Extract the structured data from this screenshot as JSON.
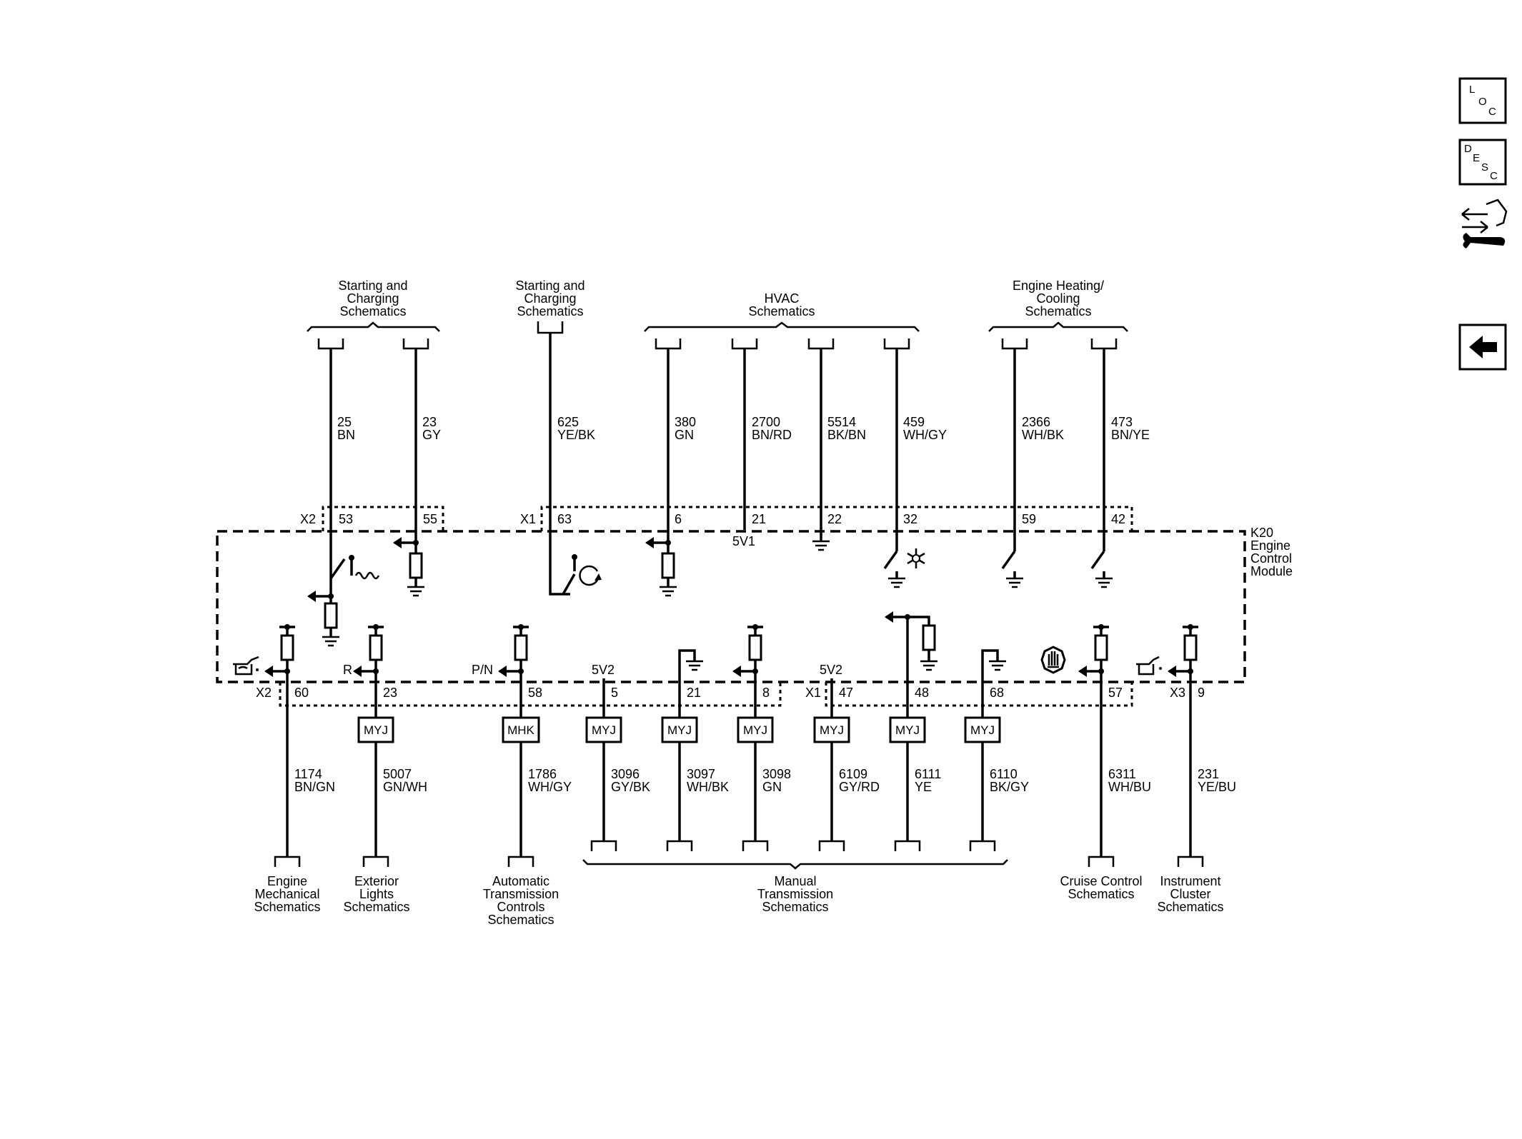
{
  "nav": {
    "loc": [
      "L",
      "O",
      "C"
    ],
    "desc": [
      "D",
      "E",
      "S",
      "C"
    ],
    "connector_icon": "connector-wrench-icon",
    "back_icon": "back-arrow-icon"
  },
  "module": {
    "label_lines": [
      "K20",
      "Engine",
      "Control",
      "Module"
    ]
  },
  "top_destinations": [
    {
      "lines": [
        "Starting and",
        "Charging",
        "Schematics"
      ]
    },
    {
      "lines": [
        "Starting and",
        "Charging",
        "Schematics"
      ]
    },
    {
      "lines": [
        "HVAC",
        "Schematics"
      ]
    },
    {
      "lines": [
        "Engine Heating/",
        "Cooling",
        "Schematics"
      ]
    }
  ],
  "top_wires": [
    {
      "circuit": "25",
      "color": "BN",
      "pin": "53"
    },
    {
      "circuit": "23",
      "color": "GY",
      "pin": "55"
    },
    {
      "circuit": "625",
      "color": "YE/BK",
      "pin": "63"
    },
    {
      "circuit": "380",
      "color": "GN",
      "pin": "6"
    },
    {
      "circuit": "2700",
      "color": "BN/RD",
      "pin": "21"
    },
    {
      "circuit": "5514",
      "color": "BK/BN",
      "pin": "22"
    },
    {
      "circuit": "459",
      "color": "WH/GY",
      "pin": "32"
    },
    {
      "circuit": "2366",
      "color": "WH/BK",
      "pin": "59"
    },
    {
      "circuit": "473",
      "color": "BN/YE",
      "pin": "42"
    }
  ],
  "top_connectors": {
    "x2": "X2",
    "x1": "X1"
  },
  "internal_labels": {
    "v5v1": "5V1",
    "r": "R",
    "pn": "P/N",
    "v5v2a": "5V2",
    "v5v2b": "5V2"
  },
  "bottom_connectors": {
    "x2": "X2",
    "x1": "X1",
    "x3": "X3"
  },
  "bottom_wires": [
    {
      "pin": "60",
      "inline": "",
      "circuit": "1174",
      "color": "BN/GN"
    },
    {
      "pin": "23",
      "inline": "MYJ",
      "circuit": "5007",
      "color": "GN/WH"
    },
    {
      "pin": "58",
      "inline": "MHK",
      "circuit": "1786",
      "color": "WH/GY"
    },
    {
      "pin": "5",
      "inline": "MYJ",
      "circuit": "3096",
      "color": "GY/BK"
    },
    {
      "pin": "21",
      "inline": "MYJ",
      "circuit": "3097",
      "color": "WH/BK"
    },
    {
      "pin": "8",
      "inline": "MYJ",
      "circuit": "3098",
      "color": "GN"
    },
    {
      "pin": "47",
      "inline": "MYJ",
      "circuit": "6109",
      "color": "GY/RD"
    },
    {
      "pin": "48",
      "inline": "MYJ",
      "circuit": "6111",
      "color": "YE"
    },
    {
      "pin": "68",
      "inline": "MYJ",
      "circuit": "6110",
      "color": "BK/GY"
    },
    {
      "pin": "57",
      "inline": "",
      "circuit": "6311",
      "color": "WH/BU"
    },
    {
      "pin": "9",
      "inline": "",
      "circuit": "231",
      "color": "YE/BU"
    }
  ],
  "bottom_destinations": [
    {
      "lines": [
        "Engine",
        "Mechanical",
        "Schematics"
      ]
    },
    {
      "lines": [
        "Exterior",
        "Lights",
        "Schematics"
      ]
    },
    {
      "lines": [
        "Automatic",
        "Transmission",
        "Controls",
        "Schematics"
      ]
    },
    {
      "lines": [
        "Manual",
        "Transmission",
        "Schematics"
      ]
    },
    {
      "lines": [
        "Cruise Control",
        "Schematics"
      ]
    },
    {
      "lines": [
        "Instrument",
        "Cluster",
        "Schematics"
      ]
    }
  ]
}
